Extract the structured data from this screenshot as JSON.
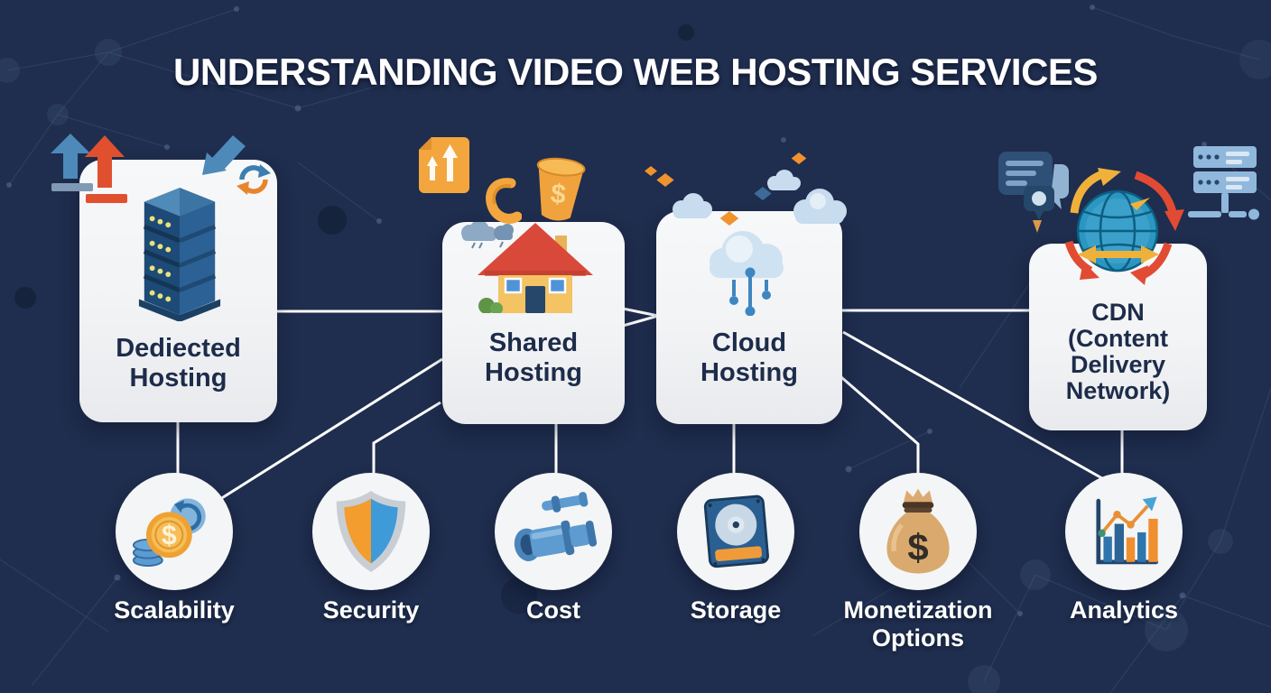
{
  "title": "UNDERSTANDING VIDEO WEB HOSTING SERVICES",
  "icons": {
    "dollar": "$"
  },
  "hosting_types": [
    {
      "id": "dedicated",
      "label_lines": [
        "Dediected",
        "Hosting"
      ],
      "icon": "server-tower-icon"
    },
    {
      "id": "shared",
      "label_lines": [
        "Shared",
        "Hosting"
      ],
      "icon": "house-icon"
    },
    {
      "id": "cloud",
      "label_lines": [
        "Cloud",
        "Hosting"
      ],
      "icon": "cloud-network-icon"
    },
    {
      "id": "cdn",
      "label_lines": [
        "CDN",
        "(Content",
        "Delivery",
        "Network)"
      ],
      "icon": "globe-arrows-icon"
    }
  ],
  "features": [
    {
      "id": "scalability",
      "label_lines": [
        "Scalability"
      ],
      "icon": "coins-growth-icon"
    },
    {
      "id": "security",
      "label_lines": [
        "Security"
      ],
      "icon": "shield-icon"
    },
    {
      "id": "cost",
      "label_lines": [
        "Cost"
      ],
      "icon": "telescope-icon"
    },
    {
      "id": "storage",
      "label_lines": [
        "Storage"
      ],
      "icon": "hard-drive-icon"
    },
    {
      "id": "monetization",
      "label_lines": [
        "Monetization",
        "Options"
      ],
      "icon": "money-bag-icon"
    },
    {
      "id": "analytics",
      "label_lines": [
        "Analytics"
      ],
      "icon": "bar-chart-icon"
    }
  ],
  "colors": {
    "background": "#1f2d4e",
    "card_background": "#f3f4f6",
    "card_text": "#1d2c4a",
    "label_text": "#ffffff",
    "connector": "#ffffff",
    "accent_orange": "#f0a23c",
    "accent_red": "#e0502f",
    "accent_blue": "#4d8ab9",
    "accent_gold": "#eda233"
  }
}
